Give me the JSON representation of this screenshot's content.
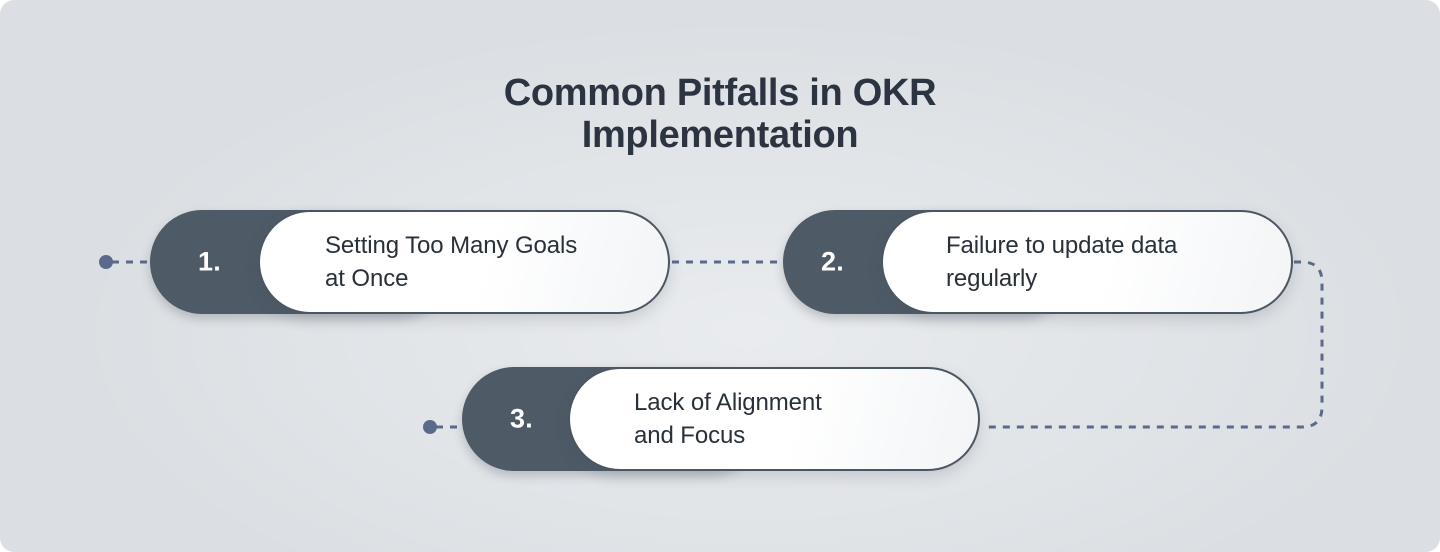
{
  "background_color": "#dbdfe3",
  "title": "Common Pitfalls in OKR\nImplementation",
  "theme": {
    "title_color": "#2b3440",
    "badge_color": "#4e5a66",
    "badge_text_color": "#ffffff",
    "card_bg_color": "#ffffff",
    "card_border_color": "#4b5663",
    "card_text_color": "#28303a",
    "connector_color": "#5a6a8a"
  },
  "items": [
    {
      "number": "1.",
      "text": "Setting Too Many Goals\nat Once"
    },
    {
      "number": "2.",
      "text": "Failure to update data\nregularly"
    },
    {
      "number": "3.",
      "text": "Lack of Alignment\nand Focus"
    }
  ]
}
